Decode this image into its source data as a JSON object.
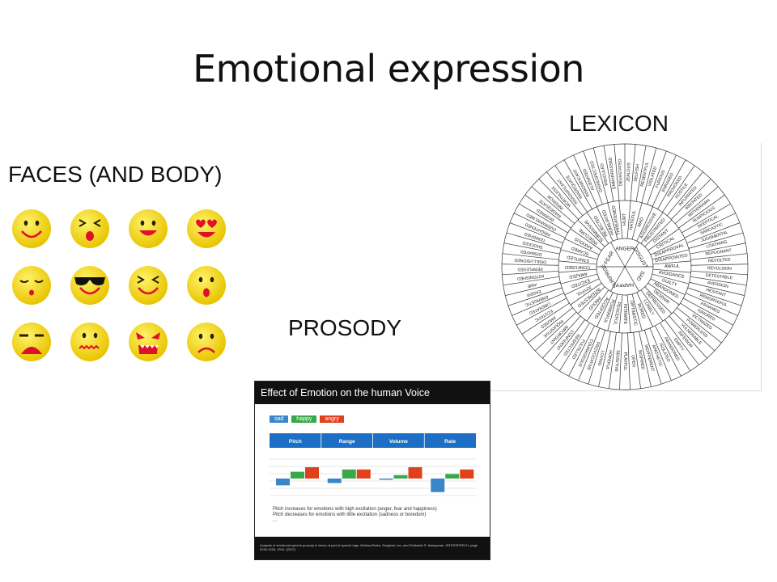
{
  "slide": {
    "title": "Emotional expression",
    "faces_label": "FACES (AND BODY)",
    "lexicon_label": "LEXICON",
    "prosody_label": "PROSODY"
  },
  "faces": [
    "smile",
    "squint-kiss",
    "grin",
    "heart-eyes",
    "sleepy",
    "sunglasses",
    "laughing",
    "surprised",
    "annoyed",
    "wavy-mouth",
    "angry-fangs",
    "sad"
  ],
  "lexicon": {
    "core": [
      "ANGER",
      "DISGUST",
      "SAD",
      "HAPPY",
      "SURPRISE",
      "FEAR"
    ],
    "middle": [
      "HURT",
      "HATEFUL",
      "MAD",
      "AGGRESSIVE",
      "FRUSTRATED",
      "DISTANT",
      "CRITICAL",
      "DISAPPROVAL",
      "DISAPPOINTED",
      "AWFUL",
      "AVOIDANCE",
      "GUILTY",
      "ABANDONED",
      "DESPAIR",
      "DEPRESSED",
      "LONELY",
      "BORED",
      "OPTIMISTIC",
      "INTIMATE",
      "PEACEFUL",
      "POWERFUL",
      "ACCEPTED",
      "PROUD",
      "INTERESTED",
      "JOYFUL",
      "EXCITED",
      "AMAZED",
      "CONFUSED",
      "STARTLED",
      "SCARED",
      "ANXIOUS",
      "INSECURE",
      "SUBMISSIVE",
      "REJECTED",
      "HUMILIATED",
      "THREATENED"
    ],
    "outer": [
      "JEALOUS",
      "SELFISH",
      "RESENTFUL",
      "VIOLATED",
      "FURIOUS",
      "ENRAGED",
      "PROVOKED",
      "HOSTILE",
      "INFURIATED",
      "IRRITATED",
      "WITHDRAWN",
      "SUSPICIOUS",
      "SKEPTICAL",
      "SARCASTIC",
      "JUDGMENTAL",
      "LOATHING",
      "REPUGNANT",
      "REVOLTED",
      "REVULSION",
      "DETESTABLE",
      "AVERSION",
      "HESITANT",
      "REMORSEFUL",
      "ASHAMED",
      "IGNORED",
      "VICTIMIZED",
      "POWERLESS",
      "VULNERABLE",
      "INFERIOR",
      "EMPTY",
      "ABANDONED",
      "ISOLATED",
      "APATHETIC",
      "INDIFFERENT",
      "INSPIRED",
      "OPEN",
      "PLAYFUL",
      "SENSITIVE",
      "HOPEFUL",
      "LOVING",
      "PROVOCATIVE",
      "COURAGEOUS",
      "FULFILLED",
      "RESPECTED",
      "CONFIDENT",
      "IMPORTANT",
      "INQUISITIVE",
      "AMUSED",
      "ECSTATIC",
      "LIBERATED",
      "ENERGETIC",
      "EAGER",
      "AWE",
      "ASTONISHED",
      "PERPLEXED",
      "DISILLUSIONED",
      "DISMAYED",
      "SHOCKED",
      "TERRIFIED",
      "FRIGHTENED",
      "OVERWHELMED",
      "WORRIED",
      "INADEQUATE",
      "INFERIOR",
      "WORTHLESS",
      "INSIGNIFICANT",
      "INADEQUATE",
      "INSIGNIFICANT",
      "ALIENATED",
      "DISRESPECTED",
      "RIDICULED",
      "EMBARRASSED",
      "DEVASTATED"
    ]
  },
  "prosody": {
    "header": "Effect of Emotion on the human Voice",
    "legend": [
      {
        "label": "sad",
        "color": "#3a86c8"
      },
      {
        "label": "happy",
        "color": "#3aa84a"
      },
      {
        "label": "angry",
        "color": "#e0401c"
      }
    ],
    "notes": [
      "Pitch increases for emotions with high excitation (anger, fear and happiness)",
      "Pitch decreases for emotions with little excitation (sadness or boredom)",
      "..."
    ],
    "footer": "Analysis of emotional speech prosody in terms of part of speech tags. Melissa Boles, Sungbok Lee, and Shrikanth S. Narayanan. INTERSPEECH, page 3159-4226, 2010, (2007)",
    "chart_data": {
      "type": "bar",
      "categories": [
        "Pitch",
        "Range",
        "Volume",
        "Rate"
      ],
      "series": [
        {
          "name": "sad",
          "values": [
            -0.6,
            -0.4,
            -0.1,
            -1.2
          ]
        },
        {
          "name": "happy",
          "values": [
            0.6,
            0.8,
            0.3,
            0.4
          ]
        },
        {
          "name": "angry",
          "values": [
            1.0,
            0.8,
            1.0,
            0.8
          ]
        }
      ],
      "ylim": [
        -1.5,
        1.5
      ]
    }
  }
}
